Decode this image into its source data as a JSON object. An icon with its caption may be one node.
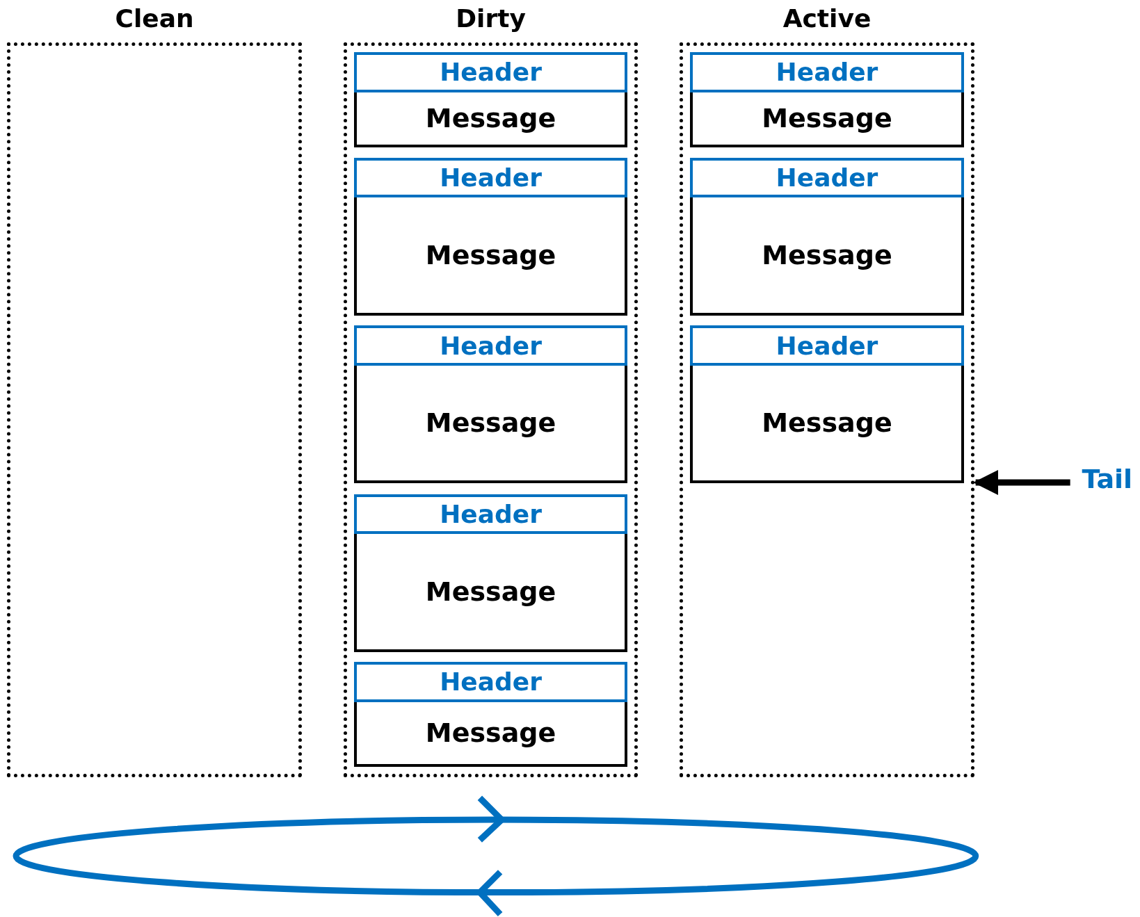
{
  "diagram": {
    "nodes": [
      {
        "text": [
          "Clean"
        ]
      },
      {
        "text": [
          "Dirty"
        ]
      },
      {
        "text": [
          "Header"
        ],
        "in": 1
      },
      {
        "text": [
          "Message"
        ],
        "in": 1
      },
      {
        "text": [
          "Header"
        ],
        "in": 1
      },
      {
        "text": [
          "Message"
        ],
        "in": 1
      },
      {
        "text": [
          "Header"
        ],
        "in": 1
      },
      {
        "text": [
          "Message"
        ],
        "in": 1
      },
      {
        "text": [
          "Header"
        ],
        "in": 1
      },
      {
        "text": [
          "Message"
        ],
        "in": 1
      },
      {
        "text": [
          "Header"
        ],
        "in": 1
      },
      {
        "text": [
          "Message"
        ],
        "in": 1
      },
      {
        "text": [
          "Active"
        ]
      },
      {
        "text": [
          "Header"
        ],
        "in": 12
      },
      {
        "text": [
          "Message"
        ],
        "in": 12
      },
      {
        "text": [
          "Header"
        ],
        "in": 12
      },
      {
        "text": [
          "Message"
        ],
        "in": 12
      },
      {
        "text": [
          "Header"
        ],
        "in": 12
      },
      {
        "text": [
          "Message"
        ],
        "in": 12
      },
      {
        "text": [
          "Tail"
        ]
      }
    ],
    "edges": [
      {
        "from": 19,
        "to": 12,
        "arrow": "to"
      }
    ]
  }
}
